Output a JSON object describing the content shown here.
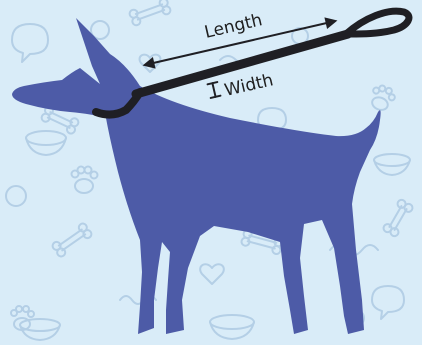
{
  "labels": {
    "length": "Length",
    "width": "Width"
  },
  "icons": {
    "width_marker": "i-beam-width-icon",
    "length_arrow": "double-headed-arrow-icon",
    "background": "pet-doodle-pattern"
  },
  "colors": {
    "background": "#d9ecf8",
    "doodle": "#b4cfe6",
    "dog": "#4d5ba7",
    "leash": "#1f1f24",
    "text": "#1f1f1f"
  }
}
